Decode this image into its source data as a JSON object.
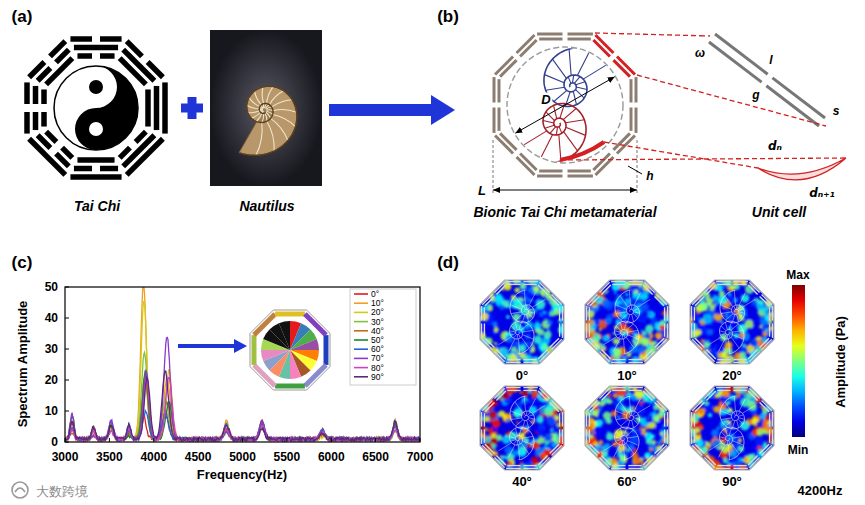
{
  "diagram": {
    "nodes": [
      {
        "text": [
          "Tai Chi"
        ]
      },
      {
        "text": [
          "Nautilus"
        ]
      },
      {
        "text": [
          "Bionic Tai Chi metamaterial"
        ]
      },
      {
        "text": [
          "Unit cell"
        ]
      },
      {
        "text": [
          "0°"
        ]
      },
      {
        "text": [
          "10°"
        ]
      },
      {
        "text": [
          "20°"
        ]
      },
      {
        "text": [
          "40°"
        ]
      },
      {
        "text": [
          "60°"
        ]
      },
      {
        "text": [
          "90°"
        ]
      }
    ],
    "edges": [
      {
        "from": 1,
        "to": 2,
        "arrow": "to"
      },
      {
        "from": 2,
        "to": 3,
        "arrow": "none"
      }
    ],
    "labels": [
      "(a)",
      "(b)",
      "(c)",
      "(d)",
      "D",
      "h",
      "L",
      "ω",
      "l",
      "g",
      "s",
      "dₙ",
      "dₙ₊₁",
      "3000",
      "3500",
      "4000",
      "4500",
      "5000",
      "5500",
      "6000",
      "6500",
      "7000",
      "0",
      "10",
      "20",
      "30",
      "40",
      "50",
      "Spectrum Amplitude",
      "Frequency(Hz)",
      "Max",
      "Min",
      "Amplitude (Pa)",
      "4200Hz",
      "大数跨境"
    ],
    "legend": [
      {
        "text": "0°"
      },
      {
        "text": "10°"
      },
      {
        "text": "20°"
      },
      {
        "text": "30°"
      },
      {
        "text": "40°"
      },
      {
        "text": "50°"
      },
      {
        "text": "60°"
      },
      {
        "text": "70°"
      },
      {
        "text": "80°"
      },
      {
        "text": "90°"
      }
    ]
  }
}
